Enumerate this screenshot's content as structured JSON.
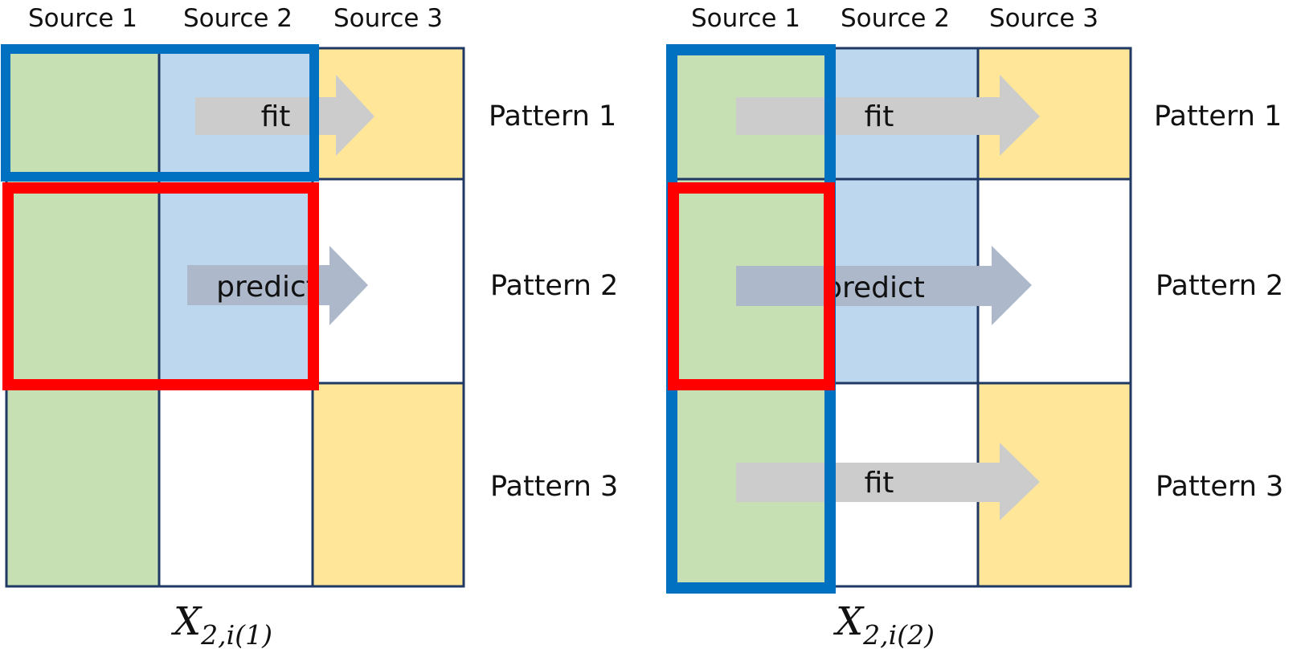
{
  "colors": {
    "source1_fill": "#c6e0b4",
    "source2_fill": "#bdd7ee",
    "source3_fill": "#ffe699",
    "missing_fill": "#ffffff",
    "grid_line": "#1f3864",
    "fit_box": "#0070c0",
    "predict_box": "#ff0000",
    "fit_arrow": "#cccccc",
    "predict_arrow": "#adb9ca"
  },
  "panels": [
    {
      "column_headers": [
        "Source 1",
        "Source 2",
        "Source 3"
      ],
      "row_labels": [
        "Pattern 1",
        "Pattern 2",
        "Pattern 3"
      ],
      "cells": [
        [
          "source1",
          "source2",
          "source3"
        ],
        [
          "source1",
          "source2",
          "missing"
        ],
        [
          "source1",
          "missing",
          "source3"
        ]
      ],
      "arrows": [
        {
          "label": "fit",
          "kind": "fit",
          "row": 1
        },
        {
          "label": "predict",
          "kind": "predict",
          "row": 2
        }
      ],
      "caption": {
        "main": "X",
        "sub": "2,i(1)"
      }
    },
    {
      "column_headers": [
        "Source 1",
        "Source 2",
        "Source 3"
      ],
      "row_labels": [
        "Pattern 1",
        "Pattern 2",
        "Pattern 3"
      ],
      "cells": [
        [
          "source1",
          "source2",
          "source3"
        ],
        [
          "source1",
          "source2",
          "missing"
        ],
        [
          "source1",
          "missing",
          "source3"
        ]
      ],
      "arrows": [
        {
          "label": "fit",
          "kind": "fit",
          "row": 1
        },
        {
          "label": "predict",
          "kind": "predict",
          "row": 2
        },
        {
          "label": "fit",
          "kind": "fit",
          "row": 3
        }
      ],
      "caption": {
        "main": "X",
        "sub": "2,i(2)"
      }
    }
  ]
}
